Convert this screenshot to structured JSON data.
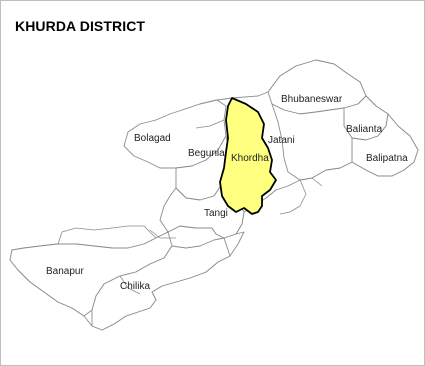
{
  "map": {
    "title": "KHURDA DISTRICT",
    "highlight_color": "#ffff80",
    "highlighted_block": "Khordha",
    "blocks": [
      {
        "id": "bhubaneswar",
        "label": "Bhubaneswar"
      },
      {
        "id": "balianta",
        "label": "Balianta"
      },
      {
        "id": "jatani",
        "label": "Jatani"
      },
      {
        "id": "bolagad",
        "label": "Bolagad"
      },
      {
        "id": "begunia",
        "label": "Begunia"
      },
      {
        "id": "khordha",
        "label": "Khordha"
      },
      {
        "id": "balipatna",
        "label": "Balipatna"
      },
      {
        "id": "tangi",
        "label": "Tangi"
      },
      {
        "id": "banapur",
        "label": "Banapur"
      },
      {
        "id": "chilika",
        "label": "Chilika"
      }
    ]
  }
}
